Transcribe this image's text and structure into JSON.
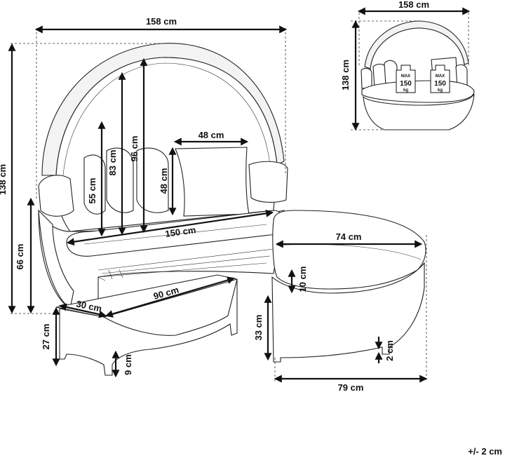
{
  "main_view": {
    "dims": {
      "width_top": "158 cm",
      "height_total": "138 cm",
      "height_seat_back": "66 cm",
      "canopy_96": "96 cm",
      "canopy_83": "83 cm",
      "back_55": "55 cm",
      "pillow_width": "48 cm",
      "pillow_height": "48 cm",
      "seat_width": "150 cm",
      "table_width": "90 cm",
      "table_depth": "30 cm",
      "table_height": "27 cm",
      "table_leg": "9 cm",
      "ottoman_top": "74 cm",
      "ottoman_cushion": "10 cm",
      "ottoman_height": "33 cm",
      "ottoman_foot": "2 cm",
      "ottoman_width": "79 cm"
    }
  },
  "thumbnail": {
    "width": "158 cm",
    "height": "138 cm",
    "badge_1": {
      "line1": "MAX",
      "line2": "150",
      "line3": "kg"
    },
    "badge_2": {
      "line1": "MAX",
      "line2": "150",
      "line3": "kg"
    }
  },
  "tolerance": "+/- 2 cm"
}
